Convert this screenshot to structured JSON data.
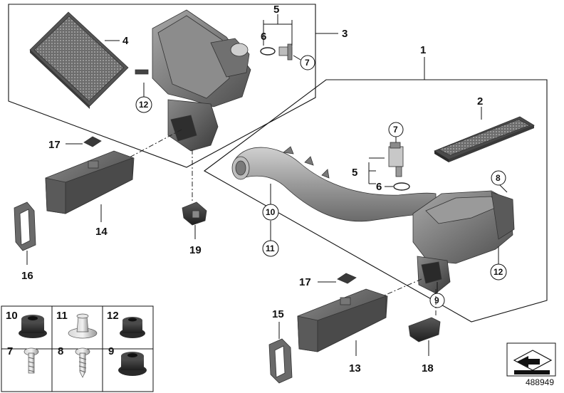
{
  "diagram": {
    "callouts": {
      "c1": "1",
      "c2": "2",
      "c3": "3",
      "c4": "4",
      "c5a": "5",
      "c5b": "5",
      "c6a": "6",
      "c6b": "6",
      "c7a": "7",
      "c7b": "7",
      "c8": "8",
      "c9": "9",
      "c10": "10",
      "c11": "11",
      "c12a": "12",
      "c12b": "12",
      "c13": "13",
      "c14": "14",
      "c15": "15",
      "c16": "16",
      "c17a": "17",
      "c17b": "17",
      "c18": "18",
      "c19": "19"
    },
    "fastener_grid": {
      "cells": [
        {
          "label": "10",
          "part": "rubber-grommet"
        },
        {
          "label": "11",
          "part": "expanding-rivet"
        },
        {
          "label": "12",
          "part": "rubber-grommet"
        },
        {
          "label": "7",
          "part": "screw"
        },
        {
          "label": "8",
          "part": "self-tapping-screw"
        },
        {
          "label": "9",
          "part": "rubber-grommet"
        }
      ]
    },
    "catalog_number": "488949"
  }
}
